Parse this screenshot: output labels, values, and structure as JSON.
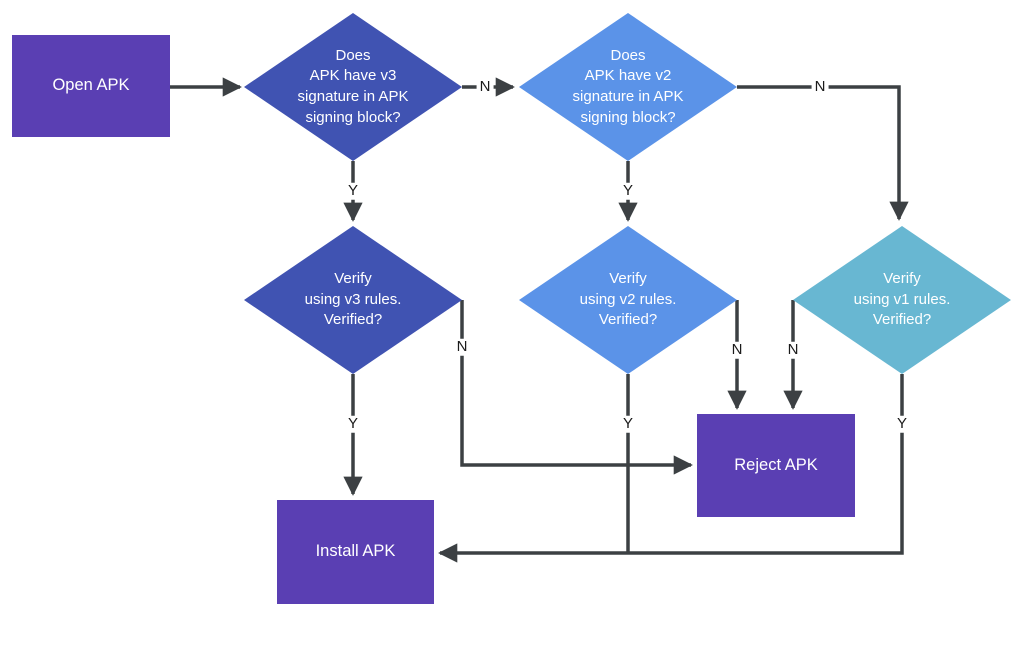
{
  "colors": {
    "process_fill": "#5A3FB3",
    "decision_v3_fill": "#4053B2",
    "decision_v2_fill": "#5B93E8",
    "decision_v1_fill": "#68B7D2",
    "edge_stroke": "#3C4043",
    "node_text": "#FFFFFF",
    "edge_label_text": "#1A1A1A",
    "background": "#FFFFFF"
  },
  "nodes": {
    "open_apk": {
      "label": "Open APK",
      "shape": "rectangle"
    },
    "v3_check": {
      "label": "Does\nAPK have v3\nsignature in APK\nsigning block?",
      "shape": "diamond"
    },
    "v2_check": {
      "label": "Does\nAPK have v2\nsignature in APK\nsigning block?",
      "shape": "diamond"
    },
    "verify_v3": {
      "label": "Verify\nusing v3 rules.\nVerified?",
      "shape": "diamond"
    },
    "verify_v2": {
      "label": "Verify\nusing v2 rules.\nVerified?",
      "shape": "diamond"
    },
    "verify_v1": {
      "label": "Verify\nusing v1 rules.\nVerified?",
      "shape": "diamond"
    },
    "install_apk": {
      "label": "Install APK",
      "shape": "rectangle"
    },
    "reject_apk": {
      "label": "Reject APK",
      "shape": "rectangle"
    }
  },
  "edges": [
    {
      "from": "open_apk",
      "to": "v3_check",
      "label": ""
    },
    {
      "from": "v3_check",
      "to": "v2_check",
      "label": "N"
    },
    {
      "from": "v3_check",
      "to": "verify_v3",
      "label": "Y"
    },
    {
      "from": "v2_check",
      "to": "verify_v1",
      "label": "N"
    },
    {
      "from": "v2_check",
      "to": "verify_v2",
      "label": "Y"
    },
    {
      "from": "verify_v3",
      "to": "install_apk",
      "label": "Y"
    },
    {
      "from": "verify_v3",
      "to": "reject_apk",
      "label": "N"
    },
    {
      "from": "verify_v2",
      "to": "reject_apk",
      "label": "N"
    },
    {
      "from": "verify_v1",
      "to": "reject_apk",
      "label": "N"
    },
    {
      "from": "verify_v2",
      "to": "install_apk",
      "label": "Y"
    },
    {
      "from": "verify_v1",
      "to": "install_apk",
      "label": "Y"
    }
  ]
}
